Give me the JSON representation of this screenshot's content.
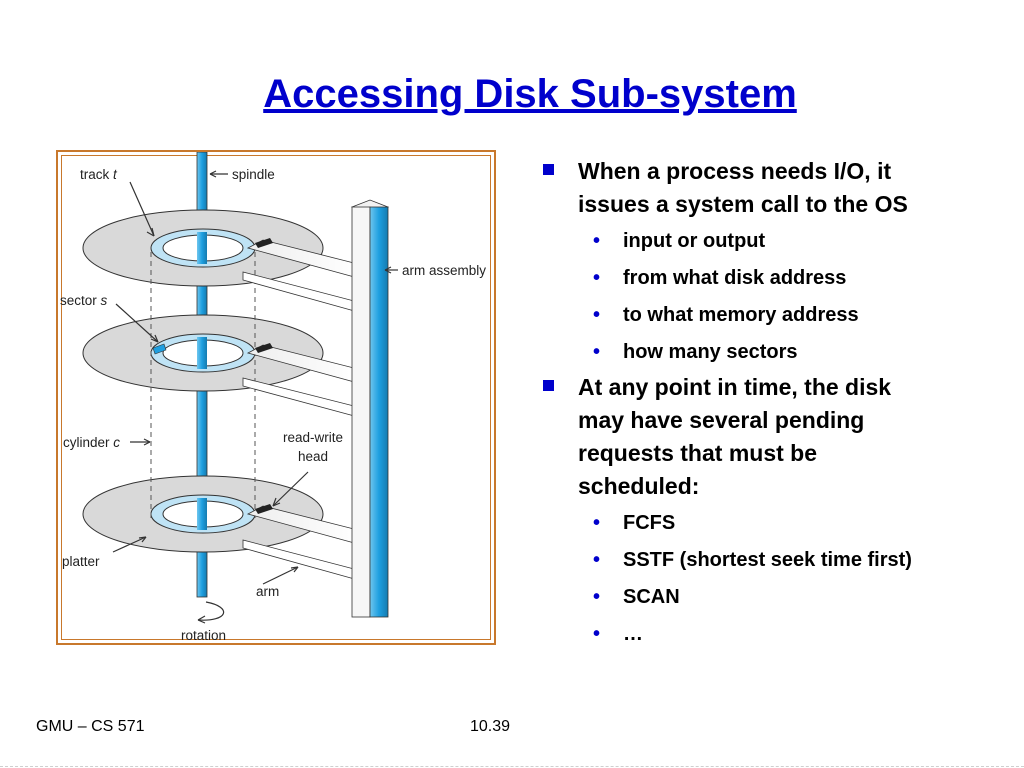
{
  "slide": {
    "title": "Accessing Disk Sub-system",
    "footer_left": "GMU – CS 571",
    "footer_page": "10.39"
  },
  "figure": {
    "labels": {
      "track": "track",
      "track_var": "t",
      "spindle": "spindle",
      "arm_assembly": "arm assembly",
      "sector": "sector",
      "sector_var": "s",
      "cylinder": "cylinder",
      "cylinder_var": "c",
      "read_write": "read-write",
      "head": "head",
      "platter": "platter",
      "arm": "arm",
      "rotation": "rotation"
    },
    "colors": {
      "frame": "#c8782c",
      "spindle": "#2aa7e0",
      "platter": "#d9d9d9",
      "track": "#bfe3f5",
      "sector": "#1e9fe0"
    }
  },
  "bullets": [
    {
      "text": "When a process needs I/O, it issues a system call to the OS",
      "lines": [
        "When a process needs I/O, it",
        "issues a system call to the OS"
      ],
      "sub": [
        "input or output",
        "from what disk address",
        "to what memory address",
        "how many sectors"
      ]
    },
    {
      "text": "At any point in time, the disk may have several pending requests that must be scheduled:",
      "lines": [
        "At any point in time, the disk",
        "may have several pending",
        "requests that must be",
        "scheduled:"
      ],
      "sub": [
        "FCFS",
        "SSTF (shortest seek time first)",
        "SCAN",
        "…"
      ]
    }
  ],
  "marker_icon": "square-bullet-icon",
  "sub_marker_icon": "dot-bullet-icon"
}
